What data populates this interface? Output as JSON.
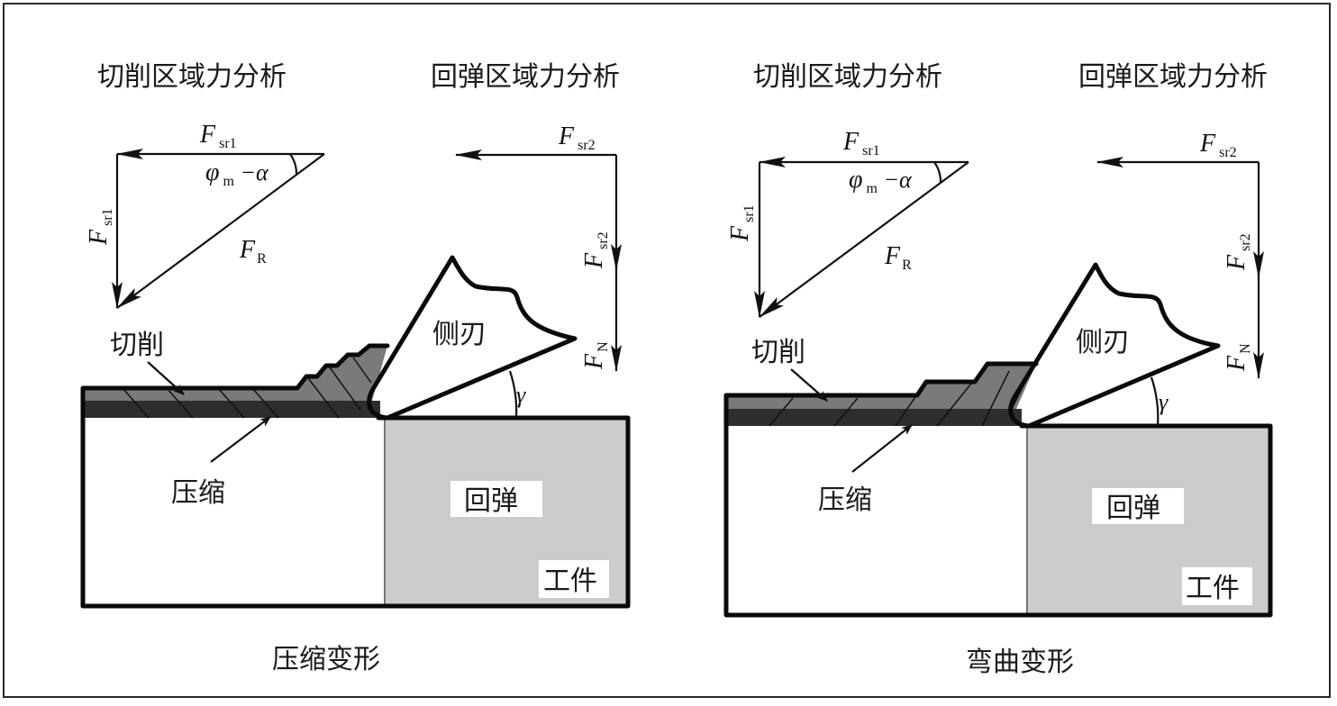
{
  "panels": [
    {
      "id": "compression",
      "cutting_force_title": "切削区域力分析",
      "springback_force_title": "回弹区域力分析",
      "force_labels": {
        "fsr1_horizontal": {
          "main": "F",
          "sub": "sr1"
        },
        "fsr1_vertical": {
          "main": "F",
          "sub": "sr1"
        },
        "fr": {
          "main": "F",
          "sub": "R"
        },
        "angle": {
          "main": "φ",
          "sub": "m",
          "rest": " −α"
        },
        "fsr2_horizontal": {
          "main": "F",
          "sub": "sr2"
        },
        "fsr2_vertical": {
          "main": "F",
          "sub": "sr2"
        },
        "fn": {
          "main": "F",
          "sub": "N"
        }
      },
      "tool_label": "侧刃",
      "rake_angle_label": "γ",
      "cutting_label": "切削",
      "compression_label": "压缩",
      "springback_label": "回弹",
      "workpiece_label": "工件",
      "caption": "压缩变形"
    },
    {
      "id": "bending",
      "cutting_force_title": "切削区域力分析",
      "springback_force_title": "回弹区域力分析",
      "force_labels": {
        "fsr1_horizontal": {
          "main": "F",
          "sub": "sr1"
        },
        "fsr1_vertical": {
          "main": "F",
          "sub": "sr1"
        },
        "fr": {
          "main": "F",
          "sub": "R"
        },
        "angle": {
          "main": "φ",
          "sub": "m",
          "rest": " −α"
        },
        "fsr2_horizontal": {
          "main": "F",
          "sub": "sr2"
        },
        "fsr2_vertical": {
          "main": "F",
          "sub": "sr2"
        },
        "fn": {
          "main": "F",
          "sub": "N"
        }
      },
      "tool_label": "侧刃",
      "rake_angle_label": "γ",
      "cutting_label": "切削",
      "compression_label": "压缩",
      "springback_label": "回弹",
      "workpiece_label": "工件",
      "caption": "弯曲变形"
    }
  ],
  "colors": {
    "cut_layer": "#7a7a7a",
    "compressed_layer": "#2e2e2e",
    "springback_region": "#cccccc",
    "outline": "#0a0a0a",
    "background": "#ffffff"
  }
}
